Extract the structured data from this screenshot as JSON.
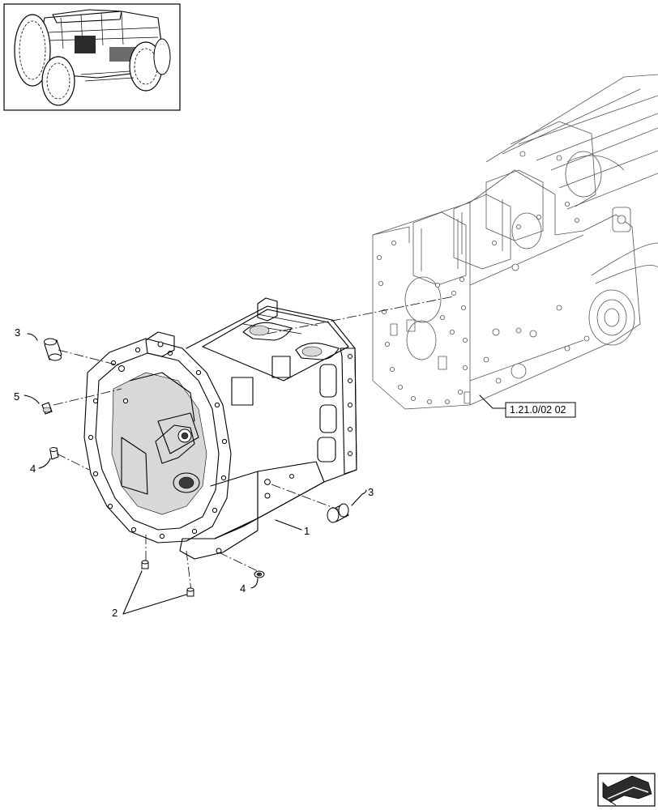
{
  "callouts": {
    "c1": "1",
    "c2": "2",
    "c3_left": "3",
    "c3_right": "3",
    "c4_left": "4",
    "c4_bottom": "4",
    "c5": "5"
  },
  "reference_label": "1.21.0/02 02",
  "icons": {
    "thumbnail": "tractor-location-thumbnail",
    "navigation": "next-page-arrow-icon"
  }
}
